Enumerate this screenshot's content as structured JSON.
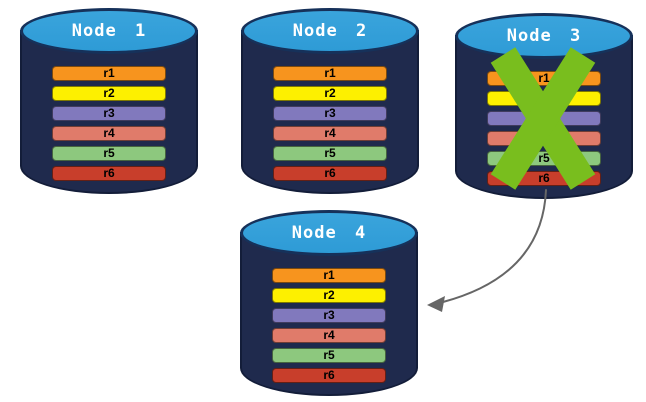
{
  "colors": {
    "background": "#FFFFFF",
    "cylinder_body": "#1F2A4D",
    "cylinder_outline": "#131D39",
    "cylinder_top_fill": "#2E9BD6",
    "cylinder_top_outline": "#16315A",
    "node_label_text": "#FFFFFF",
    "row_label_text": "#000000",
    "failure_x": "#79BE1E",
    "arrow": "#666666"
  },
  "rows": [
    {
      "label": "r1",
      "color": "#F7941E"
    },
    {
      "label": "r2",
      "color": "#FDF000"
    },
    {
      "label": "r3",
      "color": "#8179BD"
    },
    {
      "label": "r4",
      "color": "#E07B6A"
    },
    {
      "label": "r5",
      "color": "#8DC87E"
    },
    {
      "label": "r6",
      "color": "#C83E2B"
    }
  ],
  "nodes": [
    {
      "label": "Node 1",
      "failed": false
    },
    {
      "label": "Node 2",
      "failed": false
    },
    {
      "label": "Node 3",
      "failed": true
    },
    {
      "label": "Node 4",
      "failed": false
    }
  ]
}
